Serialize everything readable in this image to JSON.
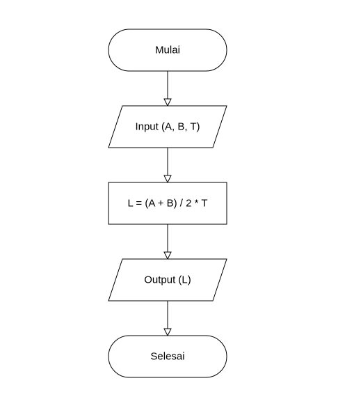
{
  "diagram": {
    "type": "flowchart",
    "nodes": [
      {
        "id": "start",
        "shape": "terminator",
        "label": "Mulai"
      },
      {
        "id": "input",
        "shape": "io",
        "label": "Input (A, B, T)"
      },
      {
        "id": "process",
        "shape": "process",
        "label": "L = (A + B) / 2 * T"
      },
      {
        "id": "output",
        "shape": "io",
        "label": "Output (L)"
      },
      {
        "id": "end",
        "shape": "terminator",
        "label": "Selesai"
      }
    ],
    "edges": [
      {
        "from": "start",
        "to": "input"
      },
      {
        "from": "input",
        "to": "process"
      },
      {
        "from": "process",
        "to": "output"
      },
      {
        "from": "output",
        "to": "end"
      }
    ],
    "colors": {
      "stroke": "#000000",
      "fill": "#ffffff",
      "text": "#000000"
    }
  }
}
